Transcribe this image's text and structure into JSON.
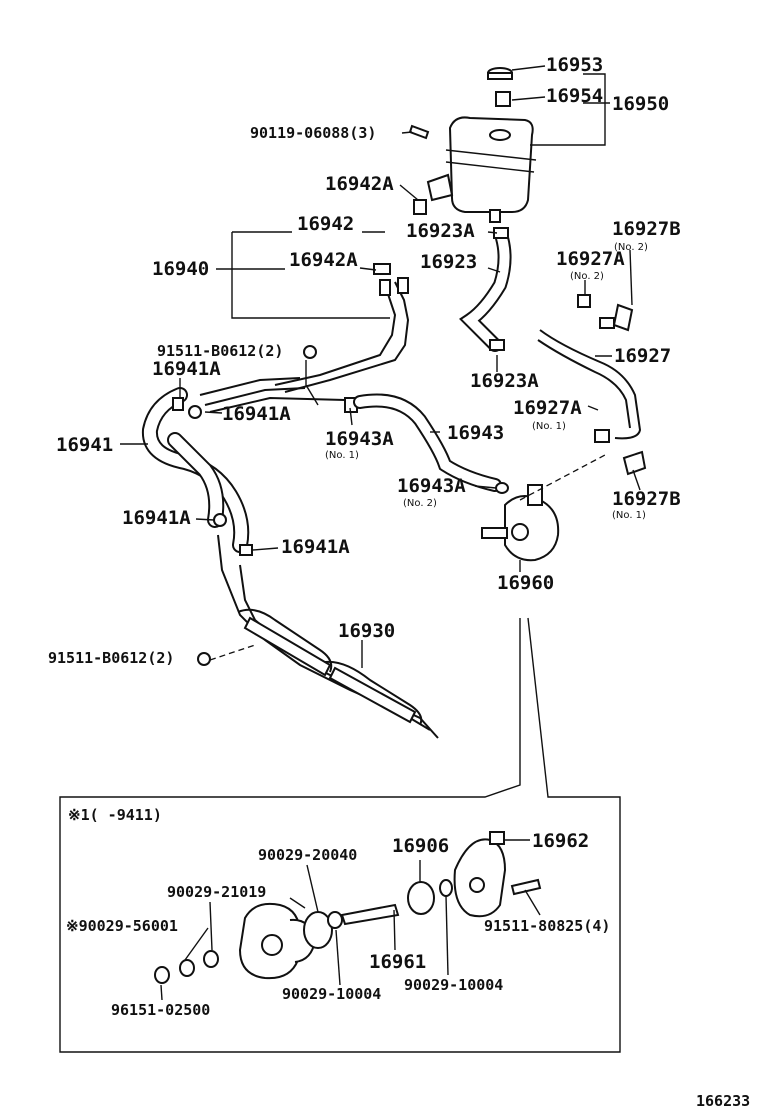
{
  "labels": {
    "p16953": "16953",
    "p16954": "16954",
    "p16950": "16950",
    "p90119": "90119-06088(3)",
    "p16942A_top": "16942A",
    "p16942": "16942",
    "p16923A_top": "16923A",
    "p16940": "16940",
    "p16942A_mid": "16942A",
    "p16923": "16923",
    "p16927B_top": "16927B",
    "p16927B_top_note": "(No. 2)",
    "p16927A_top": "16927A",
    "p16927A_top_note": "(No. 2)",
    "p91511_top": "91511-B0612(2)",
    "p16927": "16927",
    "p16941A_1": "16941A",
    "p16923A_bot": "16923A",
    "p16941A_2": "16941A",
    "p16927A_mid": "16927A",
    "p16927A_mid_note": "(No. 1)",
    "p16941": "16941",
    "p16943A_1": "16943A",
    "p16943A_1_note": "(No. 1)",
    "p16943": "16943",
    "p16943A_2": "16943A",
    "p16943A_2_note": "(No. 2)",
    "p16927B_bot": "16927B",
    "p16927B_bot_note": "(No. 1)",
    "p16941A_3": "16941A",
    "p16941A_4": "16941A",
    "p16960": "16960",
    "p16930": "16930",
    "p91511_bot": "91511-B0612(2)",
    "inset_note": "※1(      -9411)",
    "p90029_20040": "90029-20040",
    "p16906": "16906",
    "p16962": "16962",
    "p90029_21019": "90029-21019",
    "p90029_56001": "※90029-56001",
    "p91511_80825": "91511-80825(4)",
    "p16961": "16961",
    "p96151": "96151-02500",
    "p90029_10004_a": "90029-10004",
    "p90029_10004_b": "90029-10004",
    "figure_number": "166233"
  }
}
